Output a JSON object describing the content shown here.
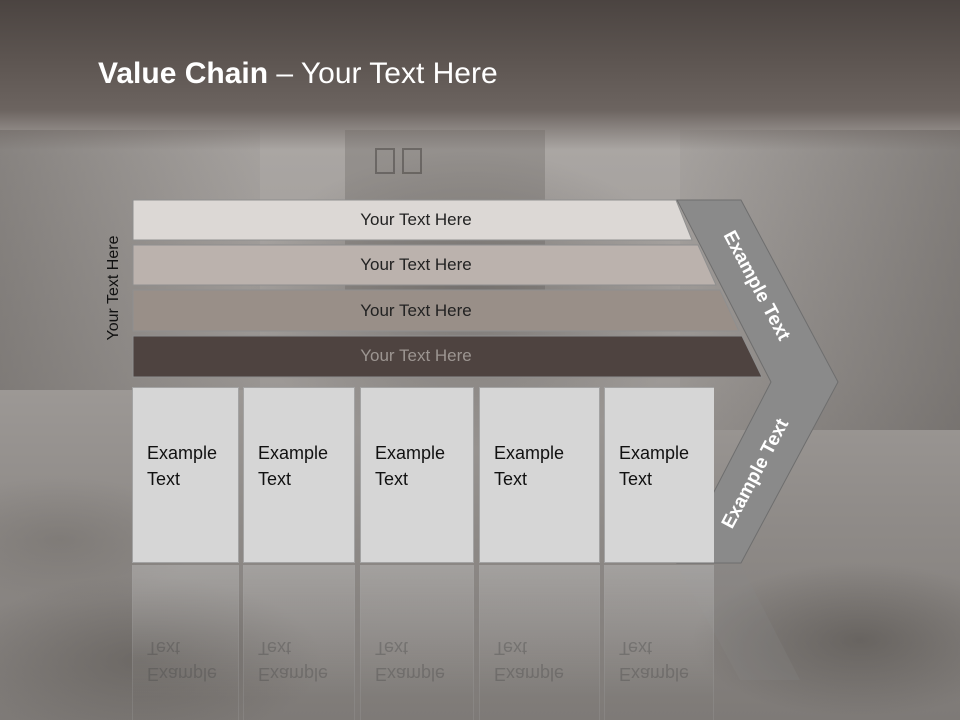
{
  "slide": {
    "title_bold": "Value Chain",
    "title_rest": " – Your Text Here",
    "side_label": "Your Text Here"
  },
  "rows": [
    {
      "text": "Your Text Here",
      "fill": "#dcd8d5",
      "text_color": "#222222"
    },
    {
      "text": "Your Text Here",
      "fill": "#bbb2ad",
      "text_color": "#222222"
    },
    {
      "text": "Your Text Here",
      "fill": "#998f88",
      "text_color": "#222222"
    },
    {
      "text": "Your Text Here",
      "fill": "#4e4340",
      "text_color": "#9c9591"
    }
  ],
  "boxes": [
    {
      "text": "Example\nText"
    },
    {
      "text": "Example\nText"
    },
    {
      "text": "Example\nText"
    },
    {
      "text": "Example\nText"
    },
    {
      "text": "Example\nText"
    }
  ],
  "chevron": {
    "upper_label": "Example Text",
    "lower_label": "Example Text",
    "fill": "#8a8a8a"
  }
}
